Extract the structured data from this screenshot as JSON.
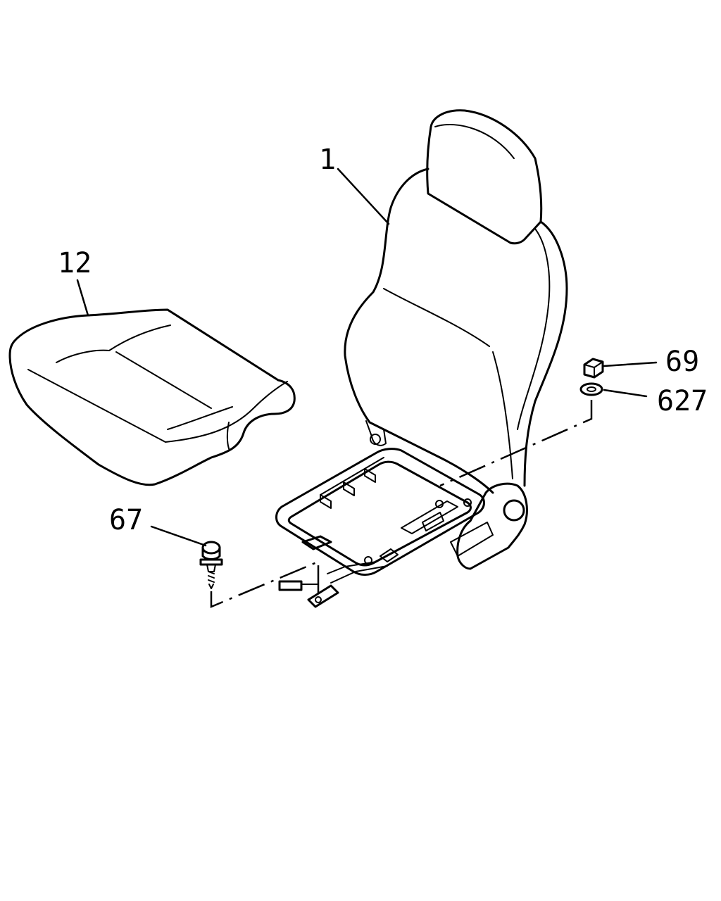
{
  "diagram": {
    "callouts": {
      "seat_assembly": "1",
      "seat_cushion": "12",
      "screw": "67",
      "nut": "69",
      "washer": "627"
    }
  }
}
